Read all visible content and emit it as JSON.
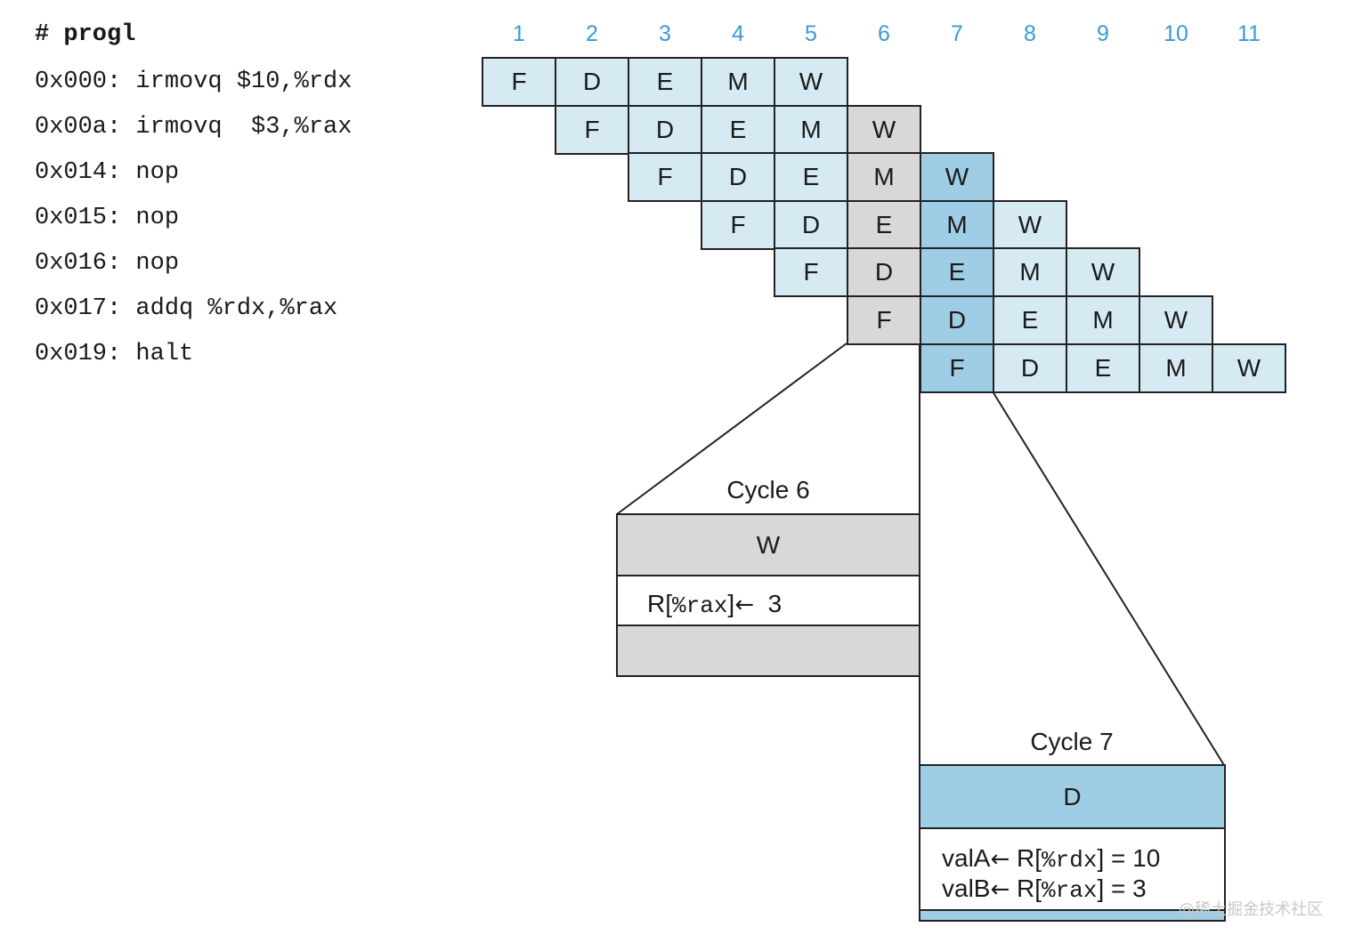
{
  "program": {
    "title": "# progl",
    "lines": [
      {
        "addr": "0x000:",
        "instr": "irmovq $10,%rdx"
      },
      {
        "addr": "0x00a:",
        "instr": "irmovq  $3,%rax"
      },
      {
        "addr": "0x014:",
        "instr": "nop"
      },
      {
        "addr": "0x015:",
        "instr": "nop"
      },
      {
        "addr": "0x016:",
        "instr": "nop"
      },
      {
        "addr": "0x017:",
        "instr": "addq %rdx,%rax"
      },
      {
        "addr": "0x019:",
        "instr": "halt"
      }
    ]
  },
  "pipeline": {
    "cycles": [
      "1",
      "2",
      "3",
      "4",
      "5",
      "6",
      "7",
      "8",
      "9",
      "10",
      "11"
    ],
    "stages": [
      "F",
      "D",
      "E",
      "M",
      "W"
    ],
    "highlight_cycle_gray": 6,
    "highlight_cycle_blue": 7,
    "colors": {
      "cycle_number": "#3a9ad4",
      "stage_light": "#d6eaf4",
      "stage_gray": "#d8d8d8",
      "stage_dark": "#9fcde6"
    }
  },
  "cycle6_panel": {
    "title": "Cycle 6",
    "stage": "W",
    "action_prefix": "R[",
    "action_reg": "%rax",
    "action_suffix": "]",
    "arrow": "←",
    "action_value": "3"
  },
  "cycle7_panel": {
    "title": "Cycle 7",
    "stage": "D",
    "lines": [
      {
        "lhs": "valA",
        "arrow": "←",
        "prefix": "R[",
        "reg": "%rdx",
        "suffix": "] = 10"
      },
      {
        "lhs": "valB",
        "arrow": "←",
        "prefix": "R[",
        "reg": "%rax",
        "suffix": "] = 3"
      }
    ]
  },
  "watermark": "@稀土掘金技术社区"
}
